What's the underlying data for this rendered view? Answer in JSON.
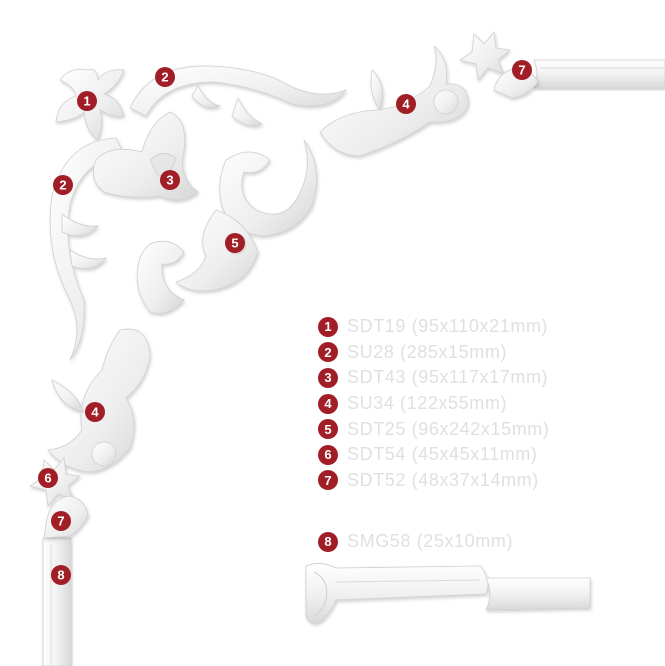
{
  "colors": {
    "marker": "#a11e27",
    "ornament": "#f2f2f2",
    "legend_text": "#e0e0e0"
  },
  "parts": [
    {
      "num": "1",
      "label": "SDT19 (95x110x21mm)"
    },
    {
      "num": "2",
      "label": "SU28 (285x15mm)"
    },
    {
      "num": "3",
      "label": "SDT43 (95x117x17mm)"
    },
    {
      "num": "4",
      "label": "SU34 (122x55mm)"
    },
    {
      "num": "5",
      "label": "SDT25 (96x242x15mm)"
    },
    {
      "num": "6",
      "label": "SDT54 (45x45x11mm)"
    },
    {
      "num": "7",
      "label": "SDT52 (48x37x14mm)"
    }
  ],
  "moulding": {
    "num": "8",
    "label": "SMG58 (25x10mm)"
  },
  "markers": [
    "1",
    "2",
    "2",
    "3",
    "4",
    "4",
    "5",
    "6",
    "7",
    "7",
    "8"
  ]
}
